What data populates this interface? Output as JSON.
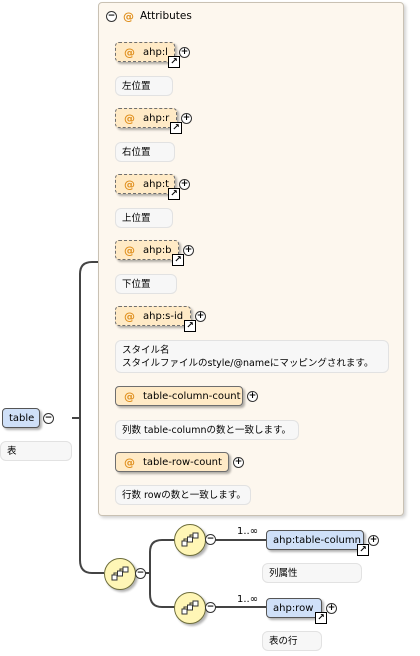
{
  "root": {
    "label": "table",
    "desc": "表"
  },
  "attributes": {
    "title": "Attributes",
    "items": [
      {
        "name": "ahp:l",
        "desc": [
          "左位置"
        ]
      },
      {
        "name": "ahp:r",
        "desc": [
          "右位置"
        ]
      },
      {
        "name": "ahp:t",
        "desc": [
          "上位置"
        ]
      },
      {
        "name": "ahp:b",
        "desc": [
          "下位置"
        ]
      },
      {
        "name": "ahp:s-id",
        "desc": [
          "スタイル名",
          "スタイルファイルのstyle/@nameにマッピングされます。"
        ]
      },
      {
        "name": "table-column-count",
        "desc": [
          "列数 table-columnの数と一致します。"
        ]
      },
      {
        "name": "table-row-count",
        "desc": [
          "行数 rowの数と一致します。"
        ]
      }
    ]
  },
  "children": [
    {
      "name": "ahp:table-column",
      "occurs": "1..∞",
      "desc": "列属性"
    },
    {
      "name": "ahp:row",
      "occurs": "1..∞",
      "desc": "表の行"
    }
  ],
  "symbols": {
    "collapse": "−",
    "expand": "+",
    "at": "@",
    "link": "↗"
  },
  "colors": {
    "attr_fill": "#ffeac6",
    "element_fill": "#cfe0f8",
    "sequence_fill": "#fff6b6",
    "panel_fill": "#fdf7ee"
  }
}
